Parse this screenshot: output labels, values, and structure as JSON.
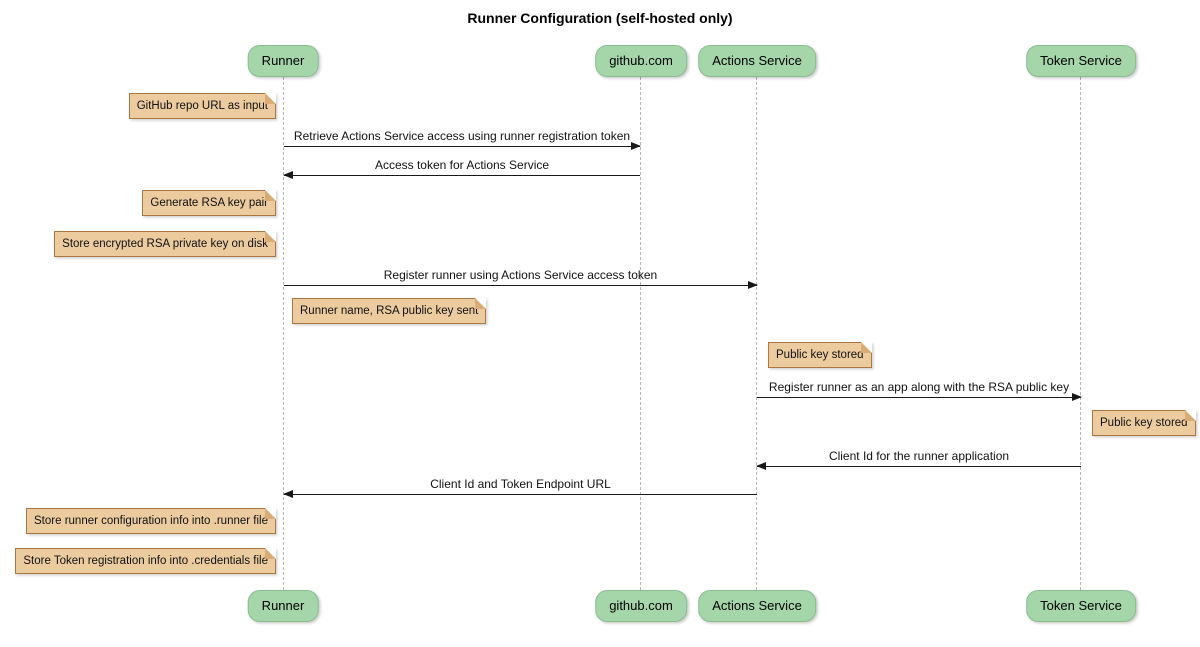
{
  "title": "Runner Configuration (self-hosted only)",
  "colors": {
    "participant_fill": "#a5d6aa",
    "participant_border": "#89bd90",
    "note_fill": "#eccb9f",
    "note_border": "#aa7743",
    "note_fold": "#d8ac74",
    "lifeline": "#b4b4b4",
    "arrow": "#181818"
  },
  "participants": [
    {
      "name": "Runner"
    },
    {
      "name": "github.com"
    },
    {
      "name": "Actions Service"
    },
    {
      "name": "Token Service"
    }
  ],
  "messages": [
    {
      "from": "Runner",
      "to": "github.com",
      "label": "Retrieve Actions Service access using runner registration token"
    },
    {
      "from": "github.com",
      "to": "Runner",
      "label": "Access token for Actions Service"
    },
    {
      "from": "Runner",
      "to": "Actions Service",
      "label": "Register runner using Actions Service access token"
    },
    {
      "from": "Actions Service",
      "to": "Token Service",
      "label": "Register runner as an app along with the RSA public key"
    },
    {
      "from": "Token Service",
      "to": "Actions Service",
      "label": "Client Id for the runner application"
    },
    {
      "from": "Actions Service",
      "to": "Runner",
      "label": "Client Id and Token Endpoint URL"
    }
  ],
  "notes": [
    {
      "position": "left of Runner",
      "text": "GitHub repo URL as input"
    },
    {
      "position": "left of Runner",
      "text": "Generate RSA key pair"
    },
    {
      "position": "left of Runner",
      "text": "Store encrypted RSA private key on disk"
    },
    {
      "position": "right of Runner",
      "text": "Runner name, RSA public key sent"
    },
    {
      "position": "right of Actions Service",
      "text": "Public key stored"
    },
    {
      "position": "right of Token Service",
      "text": "Public key stored"
    },
    {
      "position": "left of Runner",
      "text": "Store runner configuration info into .runner file"
    },
    {
      "position": "left of Runner",
      "text": "Store Token registration info into .credentials file"
    }
  ]
}
